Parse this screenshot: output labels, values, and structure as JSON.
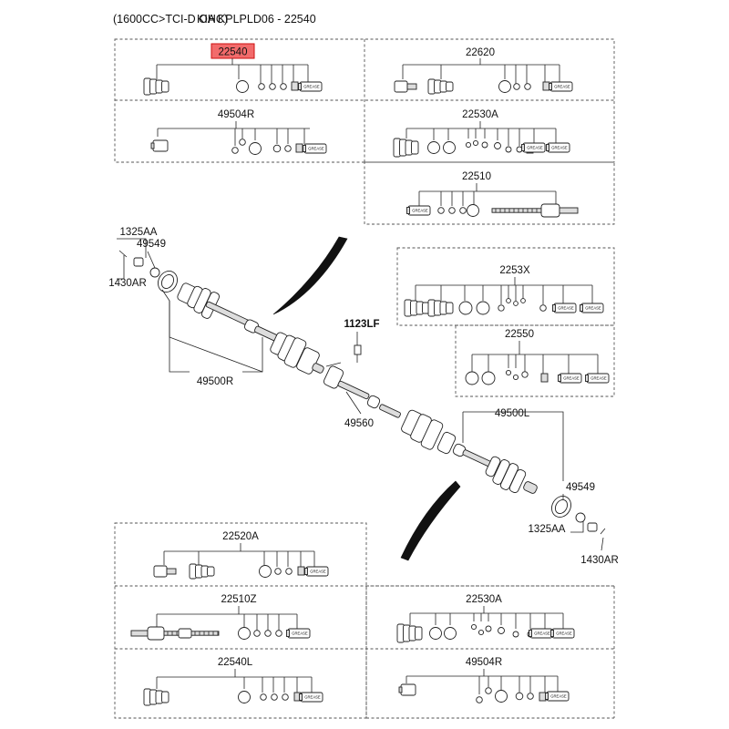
{
  "header": {
    "text_a": "(1600CC>TCI-D OHC)",
    "text_b": "KIA KPLPLD06 - 22540"
  },
  "labels": {
    "highlight": "22540",
    "l22620": "22620",
    "l49504R_top": "49504R",
    "l22530A_top": "22530A",
    "l22510": "22510",
    "l1325AA_left": "1325AA",
    "l49549_left": "49549",
    "l1430AR_left": "1430AR",
    "l49500R": "49500R",
    "l1123LF": "1123LF",
    "l49560": "49560",
    "l2253X": "2253X",
    "l22550": "22550",
    "l49500L": "49500L",
    "l49549_right": "49549",
    "l1325AA_right": "1325AA",
    "l1430AR_right": "1430AR",
    "l22520A": "22520A",
    "l22510Z": "22510Z",
    "l22530A_bot": "22530A",
    "l22540L": "22540L",
    "l49504R_bot": "49504R"
  },
  "grease_label": "GREASE",
  "colors": {
    "highlight_fill": "#f26b6b",
    "highlight_border": "#cc1111"
  }
}
